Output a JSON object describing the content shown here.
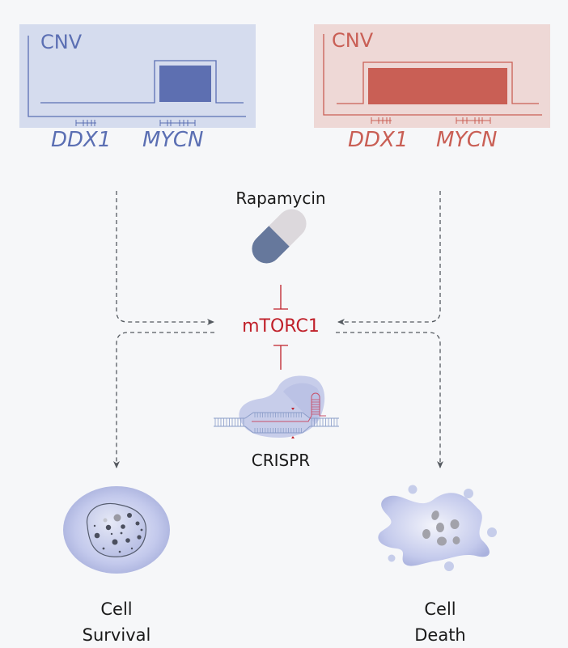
{
  "panels": [
    {
      "id": "left",
      "title": "CNV",
      "genes": [
        "DDX1",
        "MYCN"
      ],
      "amplified_genes": [
        "MYCN"
      ],
      "color": "#5b6fb3",
      "bg": "#d5dcee"
    },
    {
      "id": "right",
      "title": "CNV",
      "genes": [
        "DDX1",
        "MYCN"
      ],
      "amplified_genes": [
        "DDX1",
        "MYCN"
      ],
      "color": "#c95f55",
      "bg": "#eed8d6"
    }
  ],
  "drug": {
    "label": "Rapamycin",
    "icon": "pill-capsule-icon",
    "effect": "inhibits"
  },
  "target": {
    "label": "mTORC1",
    "color": "#c0202a"
  },
  "editing": {
    "label": "CRISPR",
    "icon": "cas9-dna-complex-icon",
    "effect": "inhibits"
  },
  "outcomes": {
    "left": {
      "line1": "Cell",
      "line2": "Survival",
      "icon": "healthy-cell-icon"
    },
    "right": {
      "line1": "Cell",
      "line2": "Death",
      "icon": "dying-cell-icon"
    }
  },
  "colors": {
    "arrow": "#555a60",
    "inhibit": "#c0202a",
    "cell": "#b7bfe6"
  }
}
